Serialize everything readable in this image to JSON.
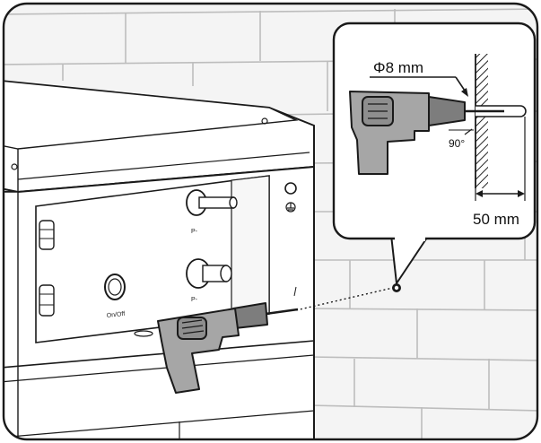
{
  "callout": {
    "diameter_label": "Φ8 mm",
    "angle_label": "90°",
    "depth_label": "50 mm"
  },
  "panel": {
    "switch_label": "On/Off",
    "port_upper_label": "P-",
    "port_lower_label": "P-"
  },
  "colors": {
    "drill_body": "#a6a6a6",
    "drill_dark": "#7d7d7d",
    "outline": "#1a1a1a",
    "wall_bg": "#f4f4f4",
    "brick_line": "#bdbdbd"
  }
}
